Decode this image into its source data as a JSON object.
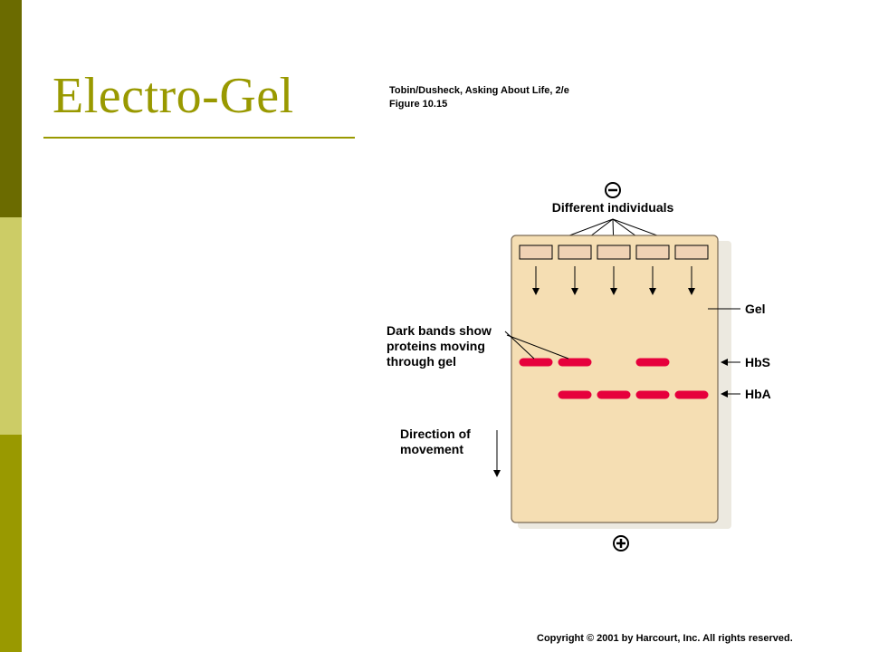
{
  "slide": {
    "title": "Electro-Gel"
  },
  "credit": {
    "line1": "Tobin/Dusheck, Asking About Life, 2/e",
    "line2": "Figure 10.15"
  },
  "diagram": {
    "top_label": "Different individuals",
    "gel_label": "Gel",
    "bands_label_lines": [
      "Dark bands show",
      "proteins moving",
      "through gel"
    ],
    "direction_label_lines": [
      "Direction of",
      "movement"
    ],
    "hbs_label": "HbS",
    "hba_label": "HbA",
    "lane_count": 5,
    "hbs_lanes": [
      1,
      2,
      4
    ],
    "hba_lanes": [
      2,
      3,
      4,
      5
    ]
  },
  "footer": {
    "copyright": "Copyright © 2001 by Harcourt, Inc. All rights reserved."
  },
  "colors": {
    "sidebar_top": "#6b6b00",
    "sidebar_mid": "#cccc66",
    "sidebar_bottom": "#999900",
    "title": "#999900",
    "title_rule": "#999900",
    "gel_fill": "#f5deb3",
    "well_fill": "#f0d2b4",
    "band": "#e6003c"
  }
}
